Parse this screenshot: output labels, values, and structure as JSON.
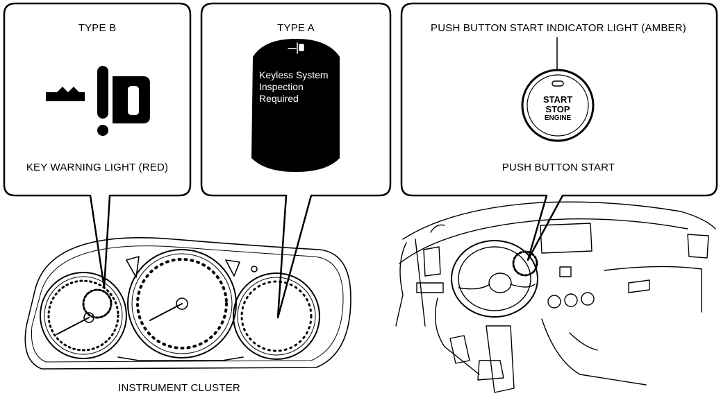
{
  "panels": {
    "type_b": {
      "title": "TYPE B",
      "caption": "KEY WARNING LIGHT (RED)"
    },
    "type_a": {
      "title": "TYPE A",
      "screen_message": [
        "Keyless System",
        "Inspection",
        "Required"
      ]
    },
    "push_button": {
      "title": "PUSH BUTTON START INDICATOR LIGHT (AMBER)",
      "button_lines": [
        "START",
        "STOP",
        "ENGINE"
      ],
      "caption": "PUSH BUTTON START"
    }
  },
  "bottom": {
    "cluster_caption": "INSTRUMENT CLUSTER"
  },
  "colors": {
    "line": "#000000",
    "background": "#ffffff",
    "screen": "#000000"
  },
  "icons": [
    "key-warning-icon",
    "dashboard-illustration",
    "instrument-cluster-illustration"
  ]
}
